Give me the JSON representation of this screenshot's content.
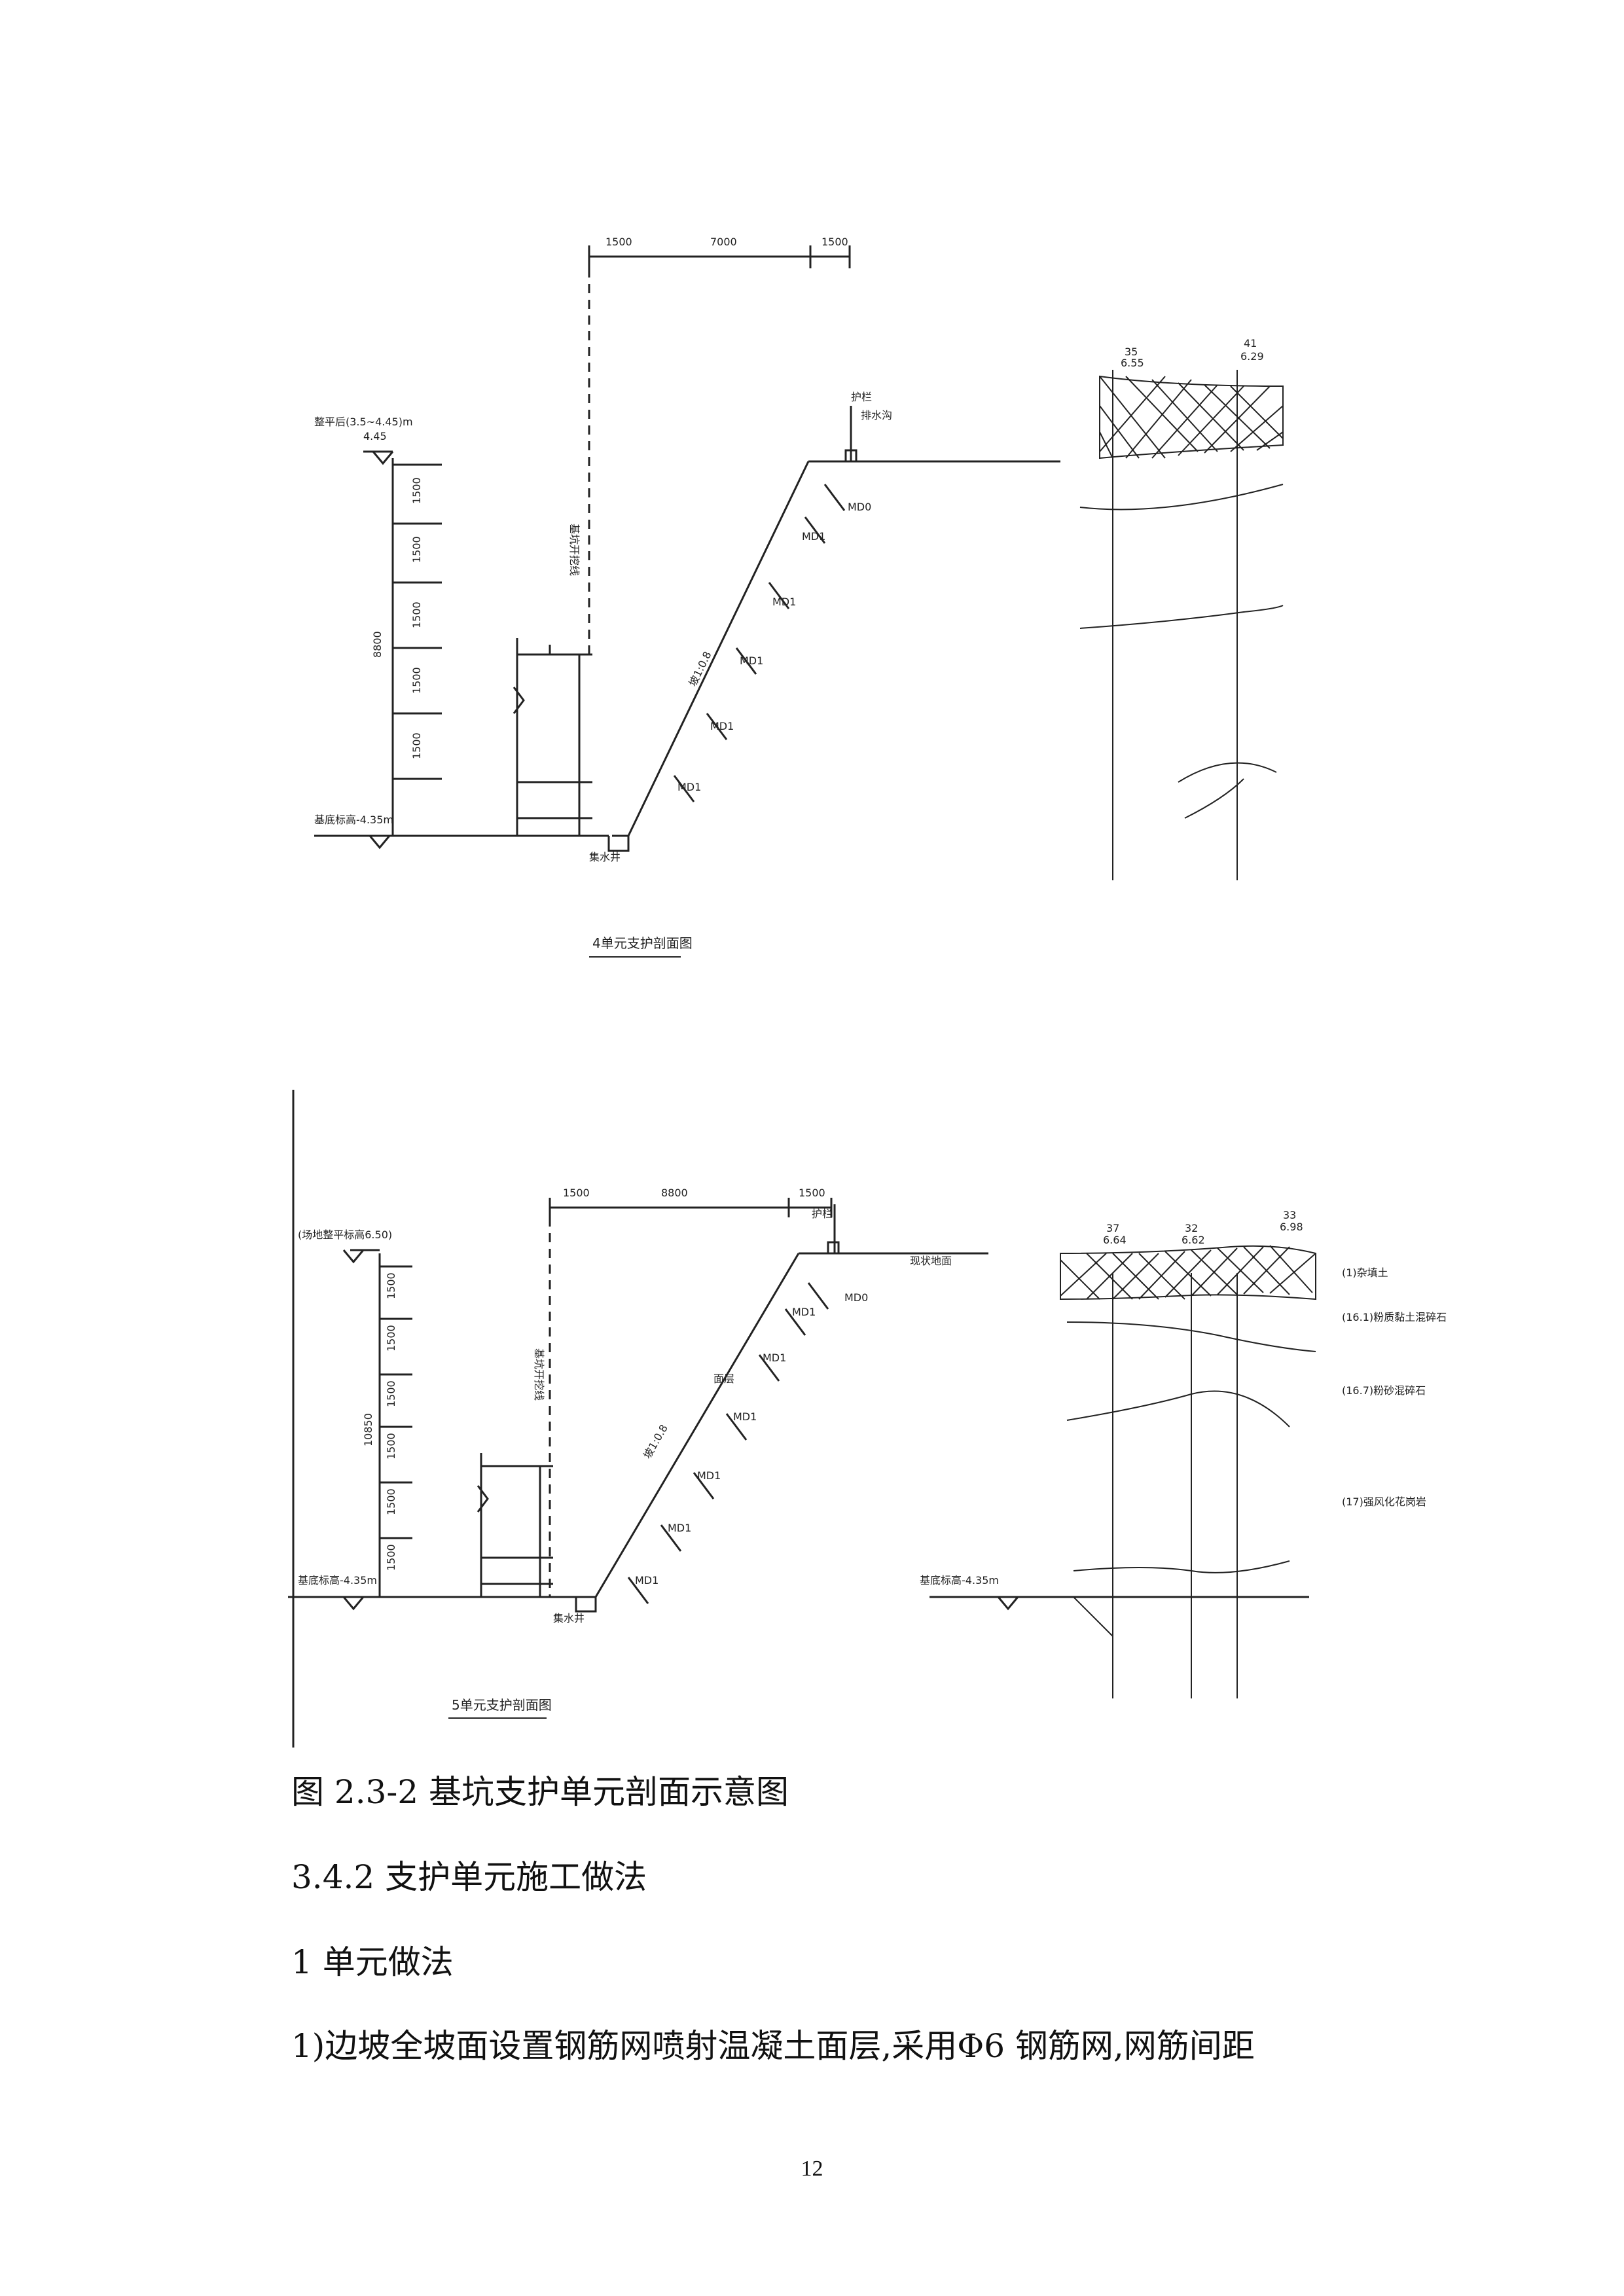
{
  "figure_1": {
    "title": "4单元支护剖面图",
    "dims_top": [
      "1500",
      "7000",
      "1500"
    ],
    "elev_top_label": "整平后(3.5~4.45)m",
    "elev_top_value": "4.45",
    "elev_bottom_label": "基底标高-4.35m",
    "total_height": "8800",
    "segments": [
      "1500",
      "1500",
      "1500",
      "1500",
      "1500"
    ],
    "anchors": [
      "MD0",
      "MD1",
      "MD1",
      "MD1",
      "MD1",
      "MD1"
    ],
    "slope_ratio": "坡1:0.8",
    "side_label": "护栏",
    "drain_top_label": "排水沟",
    "drain_bottom_label": "集水井",
    "redline_label": "基坑开挖线",
    "boreholes": [
      {
        "id": "35",
        "elev": "6.55"
      },
      {
        "id": "41",
        "elev": "6.29"
      }
    ]
  },
  "figure_2": {
    "title": "5单元支护剖面图",
    "dims_top": [
      "1500",
      "8800",
      "1500"
    ],
    "elev_top_label": "(场地整平标高6.50)",
    "elev_bottom_label": "基底标高-4.35m",
    "elev_bottom_label_right": "基底标高-4.35m",
    "total_height": "10850",
    "segments": [
      "1500",
      "1500",
      "1500",
      "1500",
      "1500",
      "1500"
    ],
    "anchors": [
      "MD0",
      "MD1",
      "MD1",
      "MD1",
      "MD1",
      "MD1",
      "MD1"
    ],
    "slope_ratio": "坡1:0.8",
    "side_label": "护栏",
    "ground_label": "现状地面",
    "mesh_label": "面层",
    "drain_bottom_label": "集水井",
    "redline_label": "基坑开挖线",
    "boreholes": [
      {
        "id": "37",
        "elev": "6.64"
      },
      {
        "id": "32",
        "elev": "6.62"
      },
      {
        "id": "33",
        "elev": "6.98"
      }
    ],
    "strata": [
      "(1)杂填土",
      "(16.1)粉质黏土混碎石",
      "(16.7)粉砂混碎石",
      "(17)强风化花岗岩"
    ]
  },
  "caption": "图 2.3-2 基坑支护单元剖面示意图",
  "section_heading": "3.4.2 支护单元施工做法",
  "sub_heading": "1 单元做法",
  "paragraph": "1)边坡全坡面设置钢筋网喷射温凝土面层,采用Φ6 钢筋网,网筋间距",
  "page_number": "12"
}
